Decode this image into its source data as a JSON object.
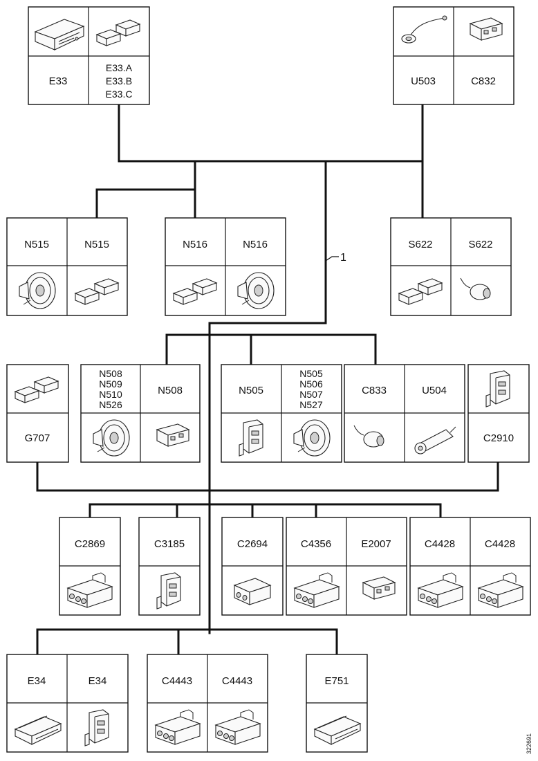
{
  "callout": "1",
  "doc_id": "322691",
  "boxes": {
    "b1": {
      "cells": [
        [
          "E33"
        ],
        [
          "E33.A",
          "E33.B",
          "E33.C"
        ]
      ]
    },
    "b2": {
      "cells": [
        [
          "U503"
        ],
        [
          "C832"
        ]
      ]
    },
    "b3": {
      "cells": [
        [
          "N515"
        ],
        [
          "N515"
        ]
      ]
    },
    "b4": {
      "cells": [
        [
          "N516"
        ],
        [
          "N516"
        ]
      ]
    },
    "b5": {
      "cells": [
        [
          "S622"
        ],
        [
          "S622"
        ]
      ]
    },
    "b6": {
      "cells": [
        [
          "G707"
        ]
      ]
    },
    "b7": {
      "cells": [
        [
          "N508",
          "N509",
          "N510",
          "N526"
        ],
        [
          "N508"
        ]
      ]
    },
    "b8": {
      "cells": [
        [
          "N505"
        ],
        [
          "N505",
          "N506",
          "N507",
          "N527"
        ]
      ]
    },
    "b9": {
      "cells": [
        [
          "C833"
        ],
        [
          "U504"
        ]
      ]
    },
    "b10": {
      "cells": [
        [
          "C2910"
        ]
      ]
    },
    "b11": {
      "cells": [
        [
          "C2869"
        ]
      ]
    },
    "b12": {
      "cells": [
        [
          "C3185"
        ]
      ]
    },
    "b13": {
      "cells": [
        [
          "C2694"
        ]
      ]
    },
    "b14": {
      "cells": [
        [
          "C4356"
        ],
        [
          "E2007"
        ]
      ]
    },
    "b15": {
      "cells": [
        [
          "C4428"
        ],
        [
          "C4428"
        ]
      ]
    },
    "b16": {
      "cells": [
        [
          "E34"
        ],
        [
          "E34"
        ]
      ]
    },
    "b17": {
      "cells": [
        [
          "C4443"
        ],
        [
          "C4443"
        ]
      ]
    },
    "b18": {
      "cells": [
        [
          "E751"
        ]
      ]
    }
  },
  "icons": {
    "radio": "radio-unit-icon",
    "connector": "connector-icon",
    "speaker": "speaker-icon",
    "antenna": "antenna-cable-icon",
    "sensor": "sensor-icon",
    "module": "control-module-icon"
  }
}
